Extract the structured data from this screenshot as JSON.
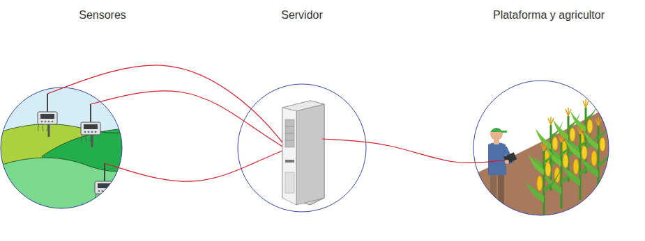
{
  "diagram": {
    "nodes": [
      {
        "text": [
          "Sensores"
        ]
      },
      {
        "text": [
          "Servidor"
        ]
      },
      {
        "text": [
          "Plataforma y agricultor"
        ]
      }
    ],
    "edges": [
      {
        "from": 0,
        "to": 1,
        "arrow": "none"
      },
      {
        "from": 0,
        "to": 1,
        "arrow": "none"
      },
      {
        "from": 0,
        "to": 1,
        "arrow": "none"
      },
      {
        "from": 1,
        "to": 2,
        "arrow": "none"
      }
    ]
  }
}
